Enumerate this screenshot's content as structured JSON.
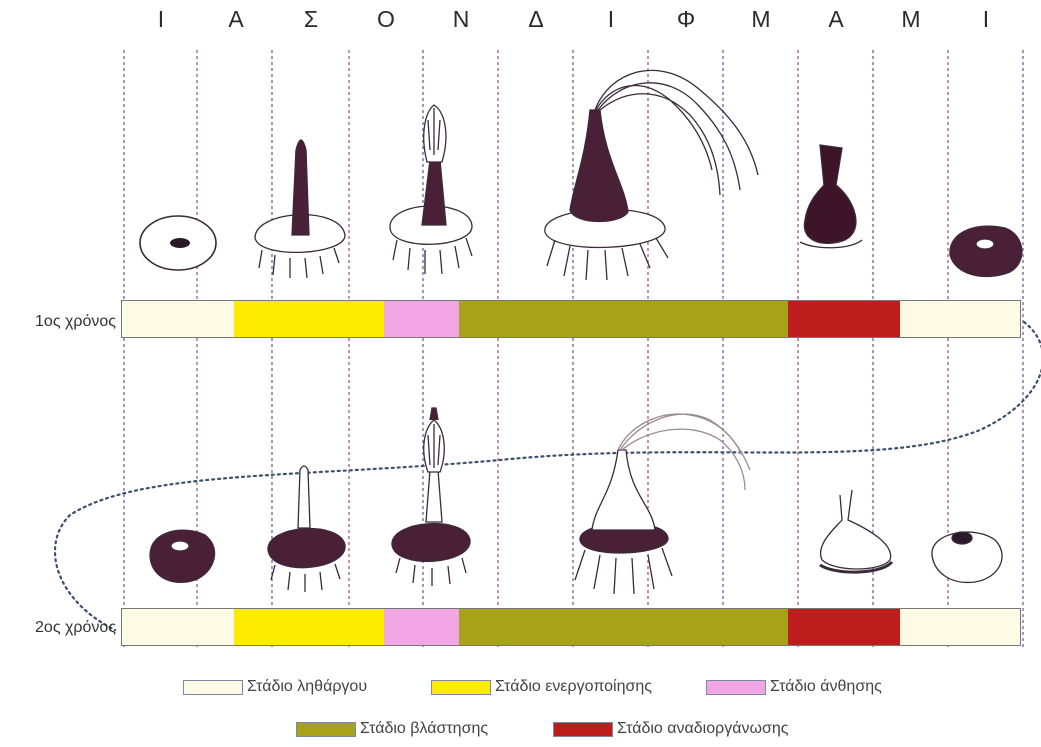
{
  "months": [
    "Ι",
    "Α",
    "Σ",
    "Ο",
    "Ν",
    "Δ",
    "Ι",
    "Φ",
    "Μ",
    "Α",
    "Μ",
    "Ι"
  ],
  "years": [
    {
      "label": "1ος χρόνος",
      "segments": [
        {
          "stage": "dormancy",
          "months": 1.5
        },
        {
          "stage": "activation",
          "months": 2
        },
        {
          "stage": "flowering",
          "months": 1
        },
        {
          "stage": "vegetative",
          "months": 4.4
        },
        {
          "stage": "reorganization",
          "months": 1.5
        },
        {
          "stage": "dormancy",
          "months": 1.6
        }
      ]
    },
    {
      "label": "2ος χρόνος",
      "segments": [
        {
          "stage": "dormancy",
          "months": 1.5
        },
        {
          "stage": "activation",
          "months": 2
        },
        {
          "stage": "flowering",
          "months": 1
        },
        {
          "stage": "vegetative",
          "months": 4.4
        },
        {
          "stage": "reorganization",
          "months": 1.5
        },
        {
          "stage": "dormancy",
          "months": 1.6
        }
      ]
    }
  ],
  "stages": {
    "dormancy": {
      "label": "Στάδιο ληθάργου",
      "color": "#fdfbe4"
    },
    "activation": {
      "label": "Στάδιο ενεργοποίησης",
      "color": "#fdec00"
    },
    "flowering": {
      "label": "Στάδιο άνθησης",
      "color": "#f2a6e6"
    },
    "vegetative": {
      "label": "Στάδιο βλάστησης",
      "color": "#a8a21a"
    },
    "reorganization": {
      "label": "Στάδιο αναδιοργάνωσης",
      "color": "#bd1d1d"
    }
  },
  "legend_rows": [
    [
      "dormancy",
      "activation",
      "flowering"
    ],
    [
      "vegetative",
      "reorganization"
    ]
  ]
}
